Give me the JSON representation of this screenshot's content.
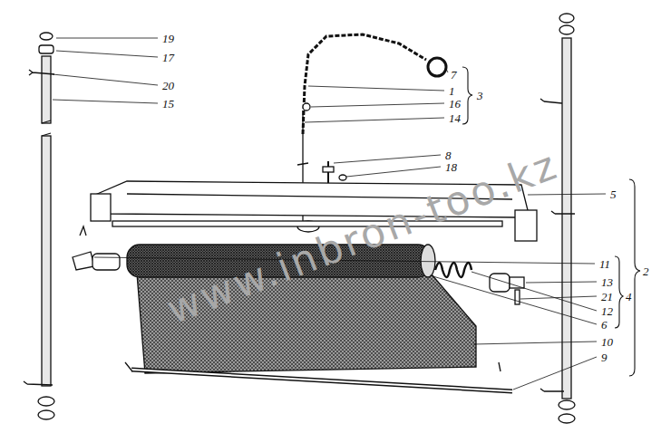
{
  "diagram": {
    "labels": [
      "19",
      "17",
      "20",
      "15",
      "7",
      "1",
      "16",
      "14",
      "3",
      "8",
      "18",
      "5",
      "11",
      "13",
      "21",
      "12",
      "6",
      "10",
      "9",
      "2",
      "4",
      "www.inbron-too.kz"
    ]
  }
}
